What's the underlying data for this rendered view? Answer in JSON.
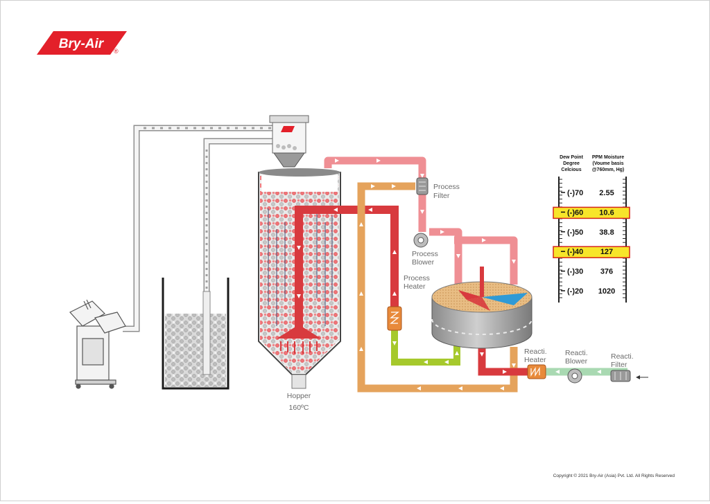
{
  "brand": {
    "name": "Bry-Air",
    "registered": "®",
    "color": "#e3202a"
  },
  "labels": {
    "process_filter": [
      "Process",
      "Filter"
    ],
    "process_blower": [
      "Process",
      "Blower"
    ],
    "process_heater": [
      "Process",
      "Heater"
    ],
    "hopper": "Hopper",
    "hopper_temp": "160ºC",
    "react_heater": [
      "Reacti.",
      "Heater"
    ],
    "react_blower": [
      "Reacti.",
      "Blower"
    ],
    "react_filter": [
      "Reacti.",
      "Filter"
    ]
  },
  "scale": {
    "header_left": [
      "Dew Point",
      "Degree",
      "Celcious"
    ],
    "header_right": [
      "PPM Moisture",
      "(Voume basis",
      "@760mm, Hg)"
    ],
    "rows": [
      {
        "dew": "(-)70",
        "ppm": "2.55",
        "highlight": false
      },
      {
        "dew": "(-)60",
        "ppm": "10.6",
        "highlight": true
      },
      {
        "dew": "(-)50",
        "ppm": "38.8",
        "highlight": false
      },
      {
        "dew": "(-)40",
        "ppm": "127",
        "highlight": true
      },
      {
        "dew": "(-)30",
        "ppm": "376",
        "highlight": false
      },
      {
        "dew": "(-)20",
        "ppm": "1020",
        "highlight": false
      }
    ],
    "highlight_color": "#f7e52a",
    "highlight_border": "#d4241b"
  },
  "colors": {
    "process_air": "#ef8f94",
    "hot_air": "#d83a3e",
    "regen_air": "#e5a35c",
    "cool_line": "#a6c92c",
    "reactivation_in": "#a9d9b2",
    "conveying": "#e0e0e0"
  },
  "copyright": "Copyright © 2021 Bry-Air (Asia) Pvt. Ltd. All Rights Reserved"
}
